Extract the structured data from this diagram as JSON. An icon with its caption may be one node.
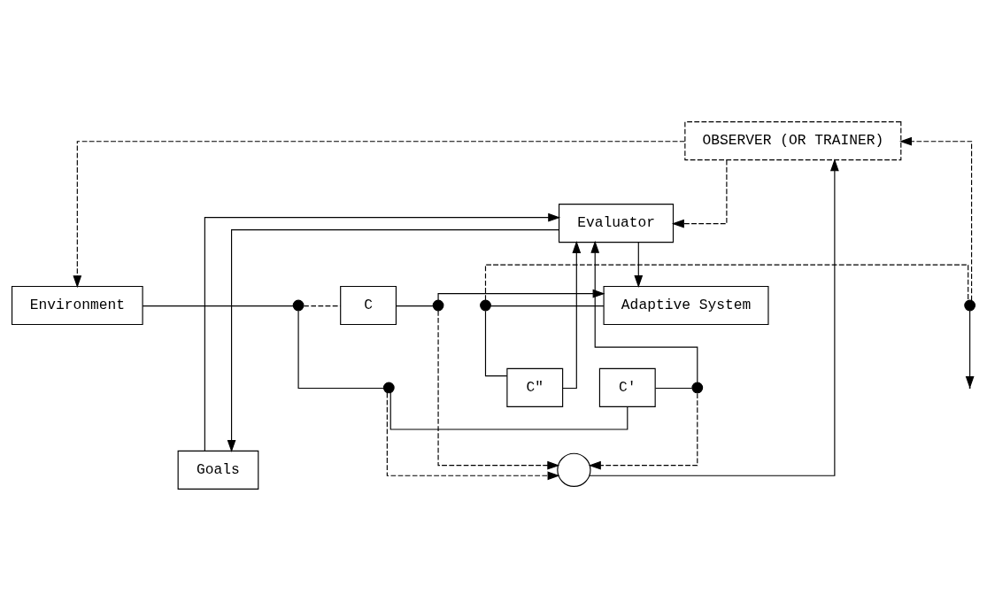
{
  "diagram": {
    "nodes": [
      {
        "text": [
          "OBSERVER (OR TRAINER)"
        ]
      },
      {
        "text": [],
        "shape": "circle"
      },
      {
        "text": [
          "Goals"
        ]
      },
      {
        "text": [
          "Evaluator"
        ]
      },
      {
        "text": [],
        "shape": "dot"
      },
      {
        "text": [
          "C'"
        ]
      },
      {
        "text": [],
        "shape": "dot"
      },
      {
        "text": [
          "C\""
        ]
      },
      {
        "text": [
          "Environment"
        ]
      },
      {
        "text": [],
        "shape": "dot"
      },
      {
        "text": [
          "C"
        ]
      },
      {
        "text": [],
        "shape": "dot"
      },
      {
        "text": [
          "Adaptive System"
        ]
      },
      {
        "text": [],
        "shape": "dot"
      },
      {
        "text": [],
        "shape": "dot"
      }
    ],
    "edges": [
      {
        "from": 0,
        "to": 8,
        "arrow": "to",
        "style": "dashed"
      },
      {
        "from": 1,
        "to": 0,
        "arrow": "to"
      },
      {
        "from": 14,
        "to": 0,
        "arrow": "to",
        "style": "dashed"
      },
      {
        "from": 0,
        "to": 3,
        "arrow": "to",
        "style": "dashed"
      },
      {
        "from": 4,
        "to": 1,
        "arrow": "to",
        "style": "dashed"
      },
      {
        "from": 6,
        "to": 1,
        "arrow": "to",
        "style": "dashed"
      },
      {
        "from": 11,
        "to": 1,
        "arrow": "to",
        "style": "dashed"
      },
      {
        "from": 2,
        "to": 3,
        "arrow": "to"
      },
      {
        "from": 3,
        "to": 2,
        "arrow": "to"
      },
      {
        "from": 4,
        "to": 5,
        "arrow": "none"
      },
      {
        "from": 5,
        "to": 6,
        "arrow": "none"
      },
      {
        "from": 6,
        "to": 3,
        "arrow": "to"
      },
      {
        "from": 8,
        "to": 9,
        "arrow": "none"
      },
      {
        "from": 9,
        "to": 4,
        "arrow": "none"
      },
      {
        "from": 9,
        "to": 10,
        "arrow": "none",
        "style": "dashed"
      },
      {
        "from": 10,
        "to": 11,
        "arrow": "none"
      },
      {
        "from": 11,
        "to": 12,
        "arrow": "to"
      },
      {
        "from": 3,
        "to": 12,
        "arrow": "to"
      },
      {
        "from": 12,
        "to": 13,
        "arrow": "none"
      },
      {
        "from": 13,
        "to": 7,
        "arrow": "none"
      },
      {
        "from": 7,
        "to": 3,
        "arrow": "to"
      },
      {
        "from": 13,
        "to": 14,
        "arrow": "none",
        "style": "dashed"
      },
      {
        "from": 14,
        "to": null,
        "arrow": "to"
      }
    ]
  }
}
